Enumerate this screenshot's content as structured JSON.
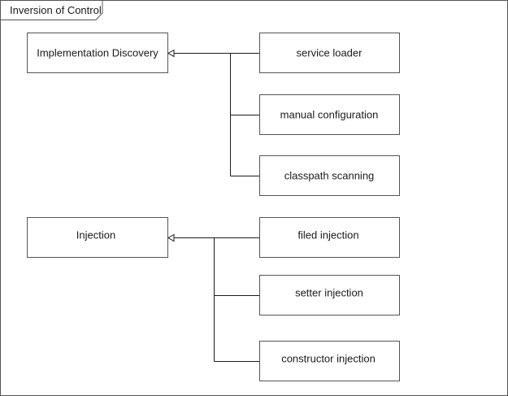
{
  "diagram": {
    "title": "Inversion of Control",
    "groups": [
      {
        "target": "Implementation Discovery",
        "children": [
          "service loader",
          "manual configuration",
          "classpath scanning"
        ]
      },
      {
        "target": "Injection",
        "children": [
          "filed injection",
          "setter injection",
          "constructor injection"
        ]
      }
    ]
  }
}
